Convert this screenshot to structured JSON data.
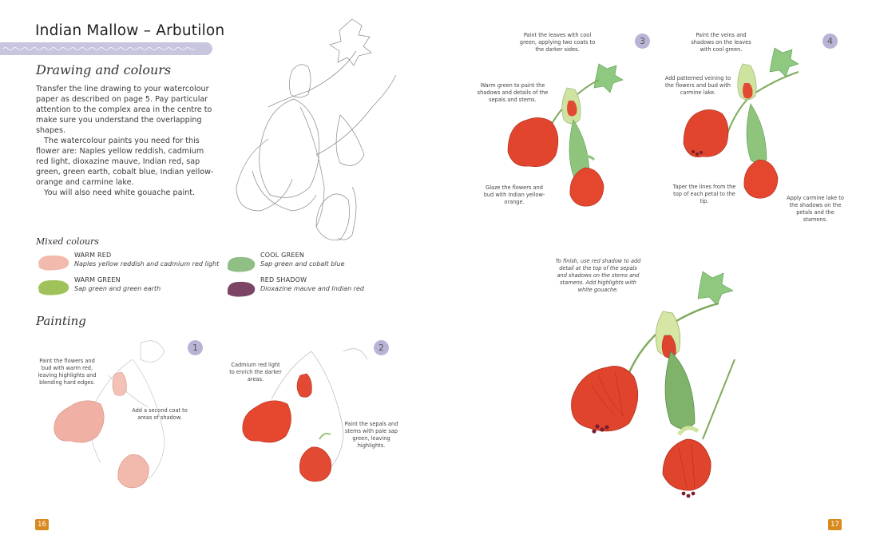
{
  "page_title": "Indian Mallow – Arbutilon",
  "drawing_heading": "Drawing and colours",
  "body": {
    "p1": "Transfer the line drawing to your watercolour paper as described on page 5. Pay particular attention to the complex area in the centre to make sure you understand the overlapping shapes.",
    "p2": "The watercolour paints you need for this flower are: Naples yellow reddish, cadmium red light, dioxazine mauve, Indian red, sap green, green earth, cobalt blue, Indian yellow-orange and carmine lake.",
    "p3": "You will also need white gouache paint."
  },
  "mixed_heading": "Mixed colours",
  "swatches": [
    {
      "label": "WARM RED",
      "desc": "Naples yellow reddish and cadmium red light",
      "color": "#f2b9ad"
    },
    {
      "label": "WARM GREEN",
      "desc": "Sap green and green earth",
      "color": "#9fc35a"
    },
    {
      "label": "COOL GREEN",
      "desc": "Sap green and cobalt blue",
      "color": "#8fbf85"
    },
    {
      "label": "RED SHADOW",
      "desc": "Dioxazine mauve and Indian red",
      "color": "#7c4566"
    }
  ],
  "painting_heading": "Painting",
  "steps": {
    "s1": {
      "num": "1",
      "note_a": "Paint the flowers and bud with warm red, leaving highlights and blending hard edges.",
      "note_b": "Add a second coat to areas of shadow."
    },
    "s2": {
      "num": "2",
      "note_a": "Cadmium red light to enrich the darker areas.",
      "note_b": "Paint the sepals and stems with pale sap green, leaving highlights."
    },
    "s3": {
      "num": "3",
      "note_a": "Paint the leaves with cool green, applying two coats to the darker sides.",
      "note_b": "Warm green to paint the shadows and details of the sepals and stems.",
      "note_c": "Glaze the flowers and bud with Indian yellow-orange."
    },
    "s4": {
      "num": "4",
      "note_a": "Paint the veins and shadows on the leaves with cool green.",
      "note_b": "Add patterned veining to the flowers and bud with carmine lake.",
      "note_c": "Taper the lines from the top of each petal to the tip.",
      "note_d": "Apply carmine lake to the shadows on the petals and the stamens."
    }
  },
  "finish_note": "To finish, use red shadow to add detail at the top of the sepals and shadows on the stems and stamens. Add highlights with white gouache.",
  "page_numbers": {
    "left": "16",
    "right": "17"
  },
  "colors": {
    "accent_bar": "#c8c5de",
    "badge": "#b8b4d6",
    "page_num": "#d98a1f",
    "flower_red": "#e0442c",
    "leaf_green": "#7fb36a"
  }
}
